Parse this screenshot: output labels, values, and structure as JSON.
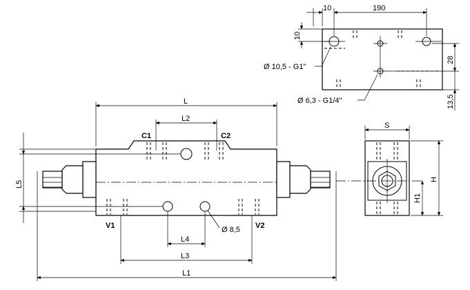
{
  "front_view": {
    "ports": {
      "c1": "C1",
      "c2": "C2",
      "v1": "V1",
      "v2": "V2"
    },
    "dims": {
      "L": "L",
      "L1": "L1",
      "L2": "L2",
      "L3": "L3",
      "L4": "L4",
      "L5": "L5",
      "hole": "Ø 8,5"
    }
  },
  "side_view": {
    "dims": {
      "S": "S",
      "H": "H",
      "H1": "H1"
    }
  },
  "top_view": {
    "dims": {
      "d10_h": "10",
      "d190": "190",
      "d10_v": "10",
      "d28": "28",
      "d13_5": "13,5"
    },
    "holes": {
      "large": "Ø 10,5 - G1\"",
      "small": "Ø 6,3 - G1/4\""
    }
  }
}
